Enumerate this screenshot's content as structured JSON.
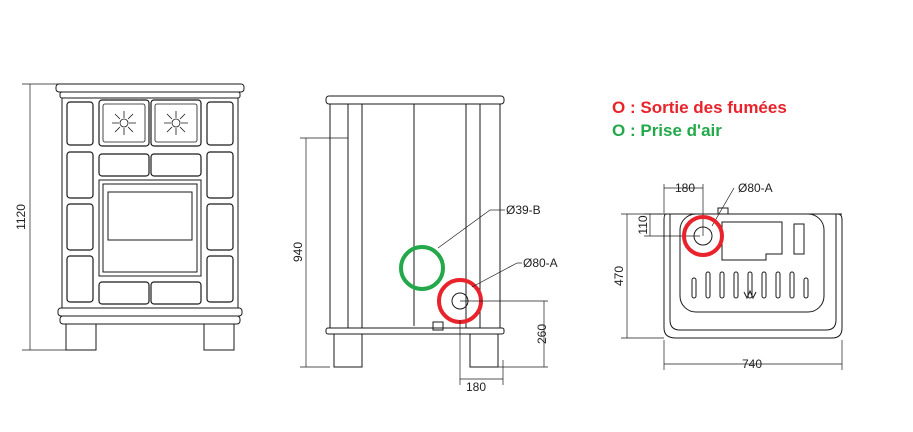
{
  "legend": {
    "outlet": {
      "marker": "O",
      "label": ": Sortie des fumées",
      "color": "#e8232b"
    },
    "air_inlet": {
      "marker": "O",
      "label": ": Prise d'air",
      "color": "#23a94a"
    }
  },
  "front_view": {
    "height_dim": "1120"
  },
  "side_view": {
    "height_dim": "940",
    "air_label": "Ø39-B",
    "outlet_label": "Ø80-A",
    "outlet_height_dim": "260",
    "outlet_offset_dim": "180"
  },
  "top_view": {
    "offset_dim": "180",
    "outlet_label": "Ø80-A",
    "outlet_depth_dim": "110",
    "depth_dim": "470",
    "width_dim": "740"
  }
}
